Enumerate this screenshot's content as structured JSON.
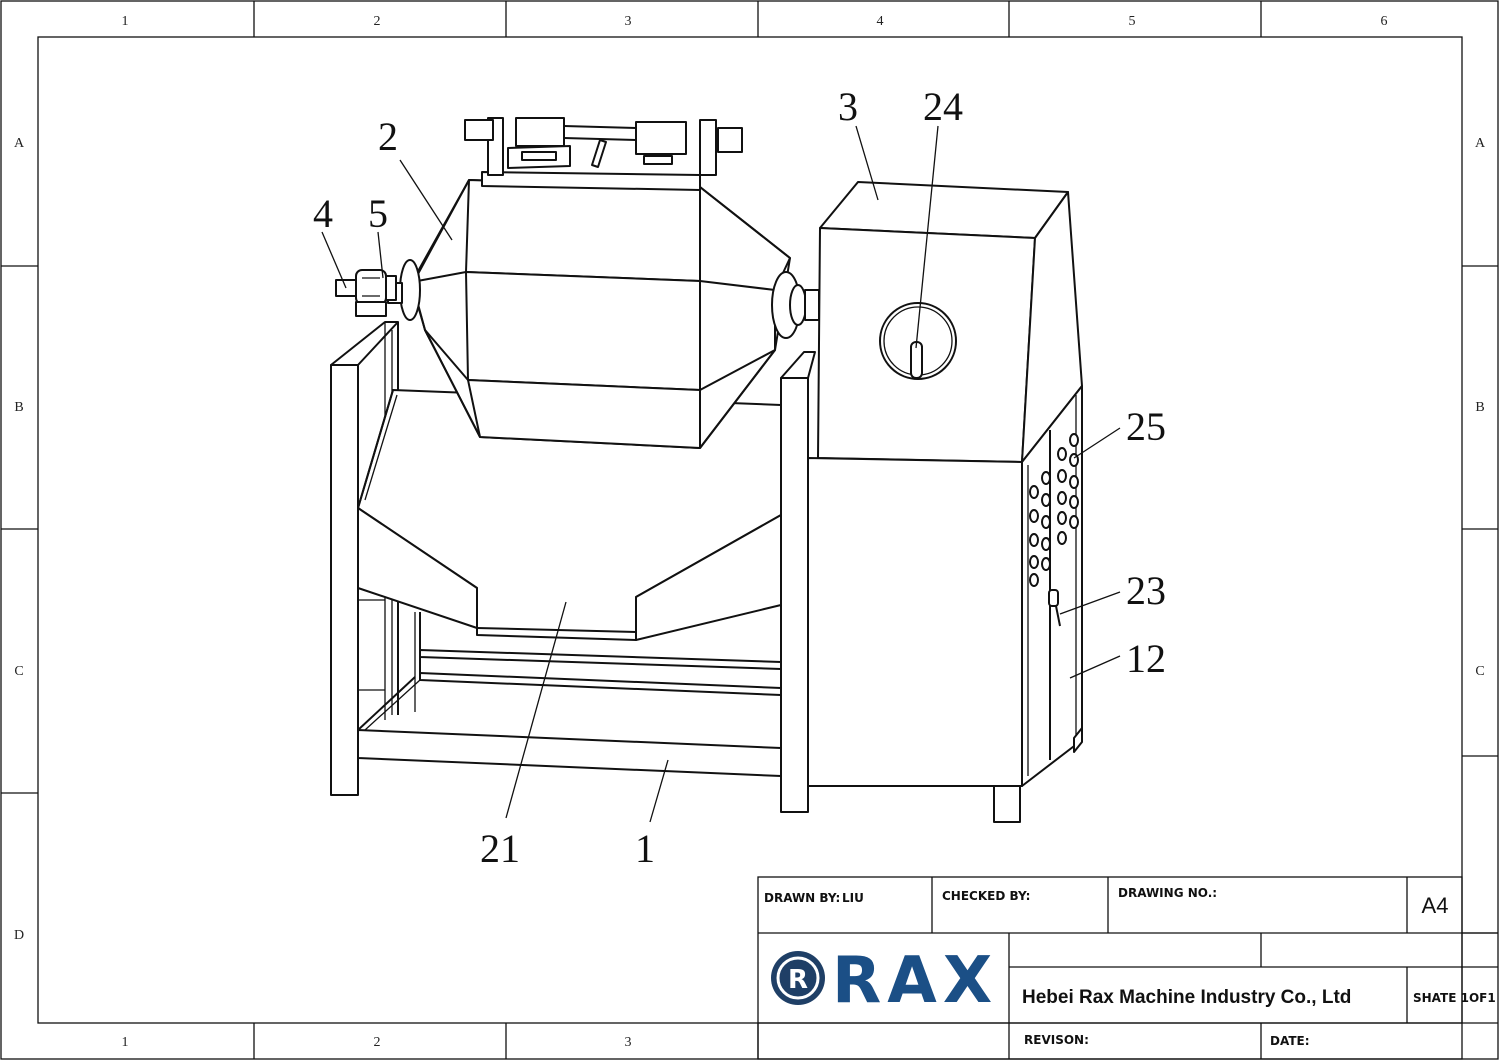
{
  "border": {
    "columns": [
      "1",
      "2",
      "3",
      "4",
      "5",
      "6"
    ],
    "bottom_columns": [
      "1",
      "2",
      "3"
    ],
    "rows": [
      "A",
      "B",
      "C",
      "D"
    ]
  },
  "callouts": {
    "c1": "1",
    "c2": "2",
    "c3": "3",
    "c4": "4",
    "c5": "5",
    "c12": "12",
    "c21": "21",
    "c23": "23",
    "c24": "24",
    "c25": "25"
  },
  "title_block": {
    "drawn_by_label": "DRAWN BY:",
    "drawn_by_value": "LIU",
    "checked_by_label": "CHECKED BY:",
    "drawing_no_label": "DRAWING NO.:",
    "sheet_size": "A4",
    "company": "Hebei Rax Machine Industry Co., Ltd",
    "sheet_text": "SHATE 1OF1",
    "revision_label": "REVISON:",
    "date_label": "DATE:"
  },
  "logo": {
    "text": "RAX",
    "emblem_letter": "R",
    "brand_color": "#1b4f86",
    "emblem_color": "#1f3f66"
  }
}
